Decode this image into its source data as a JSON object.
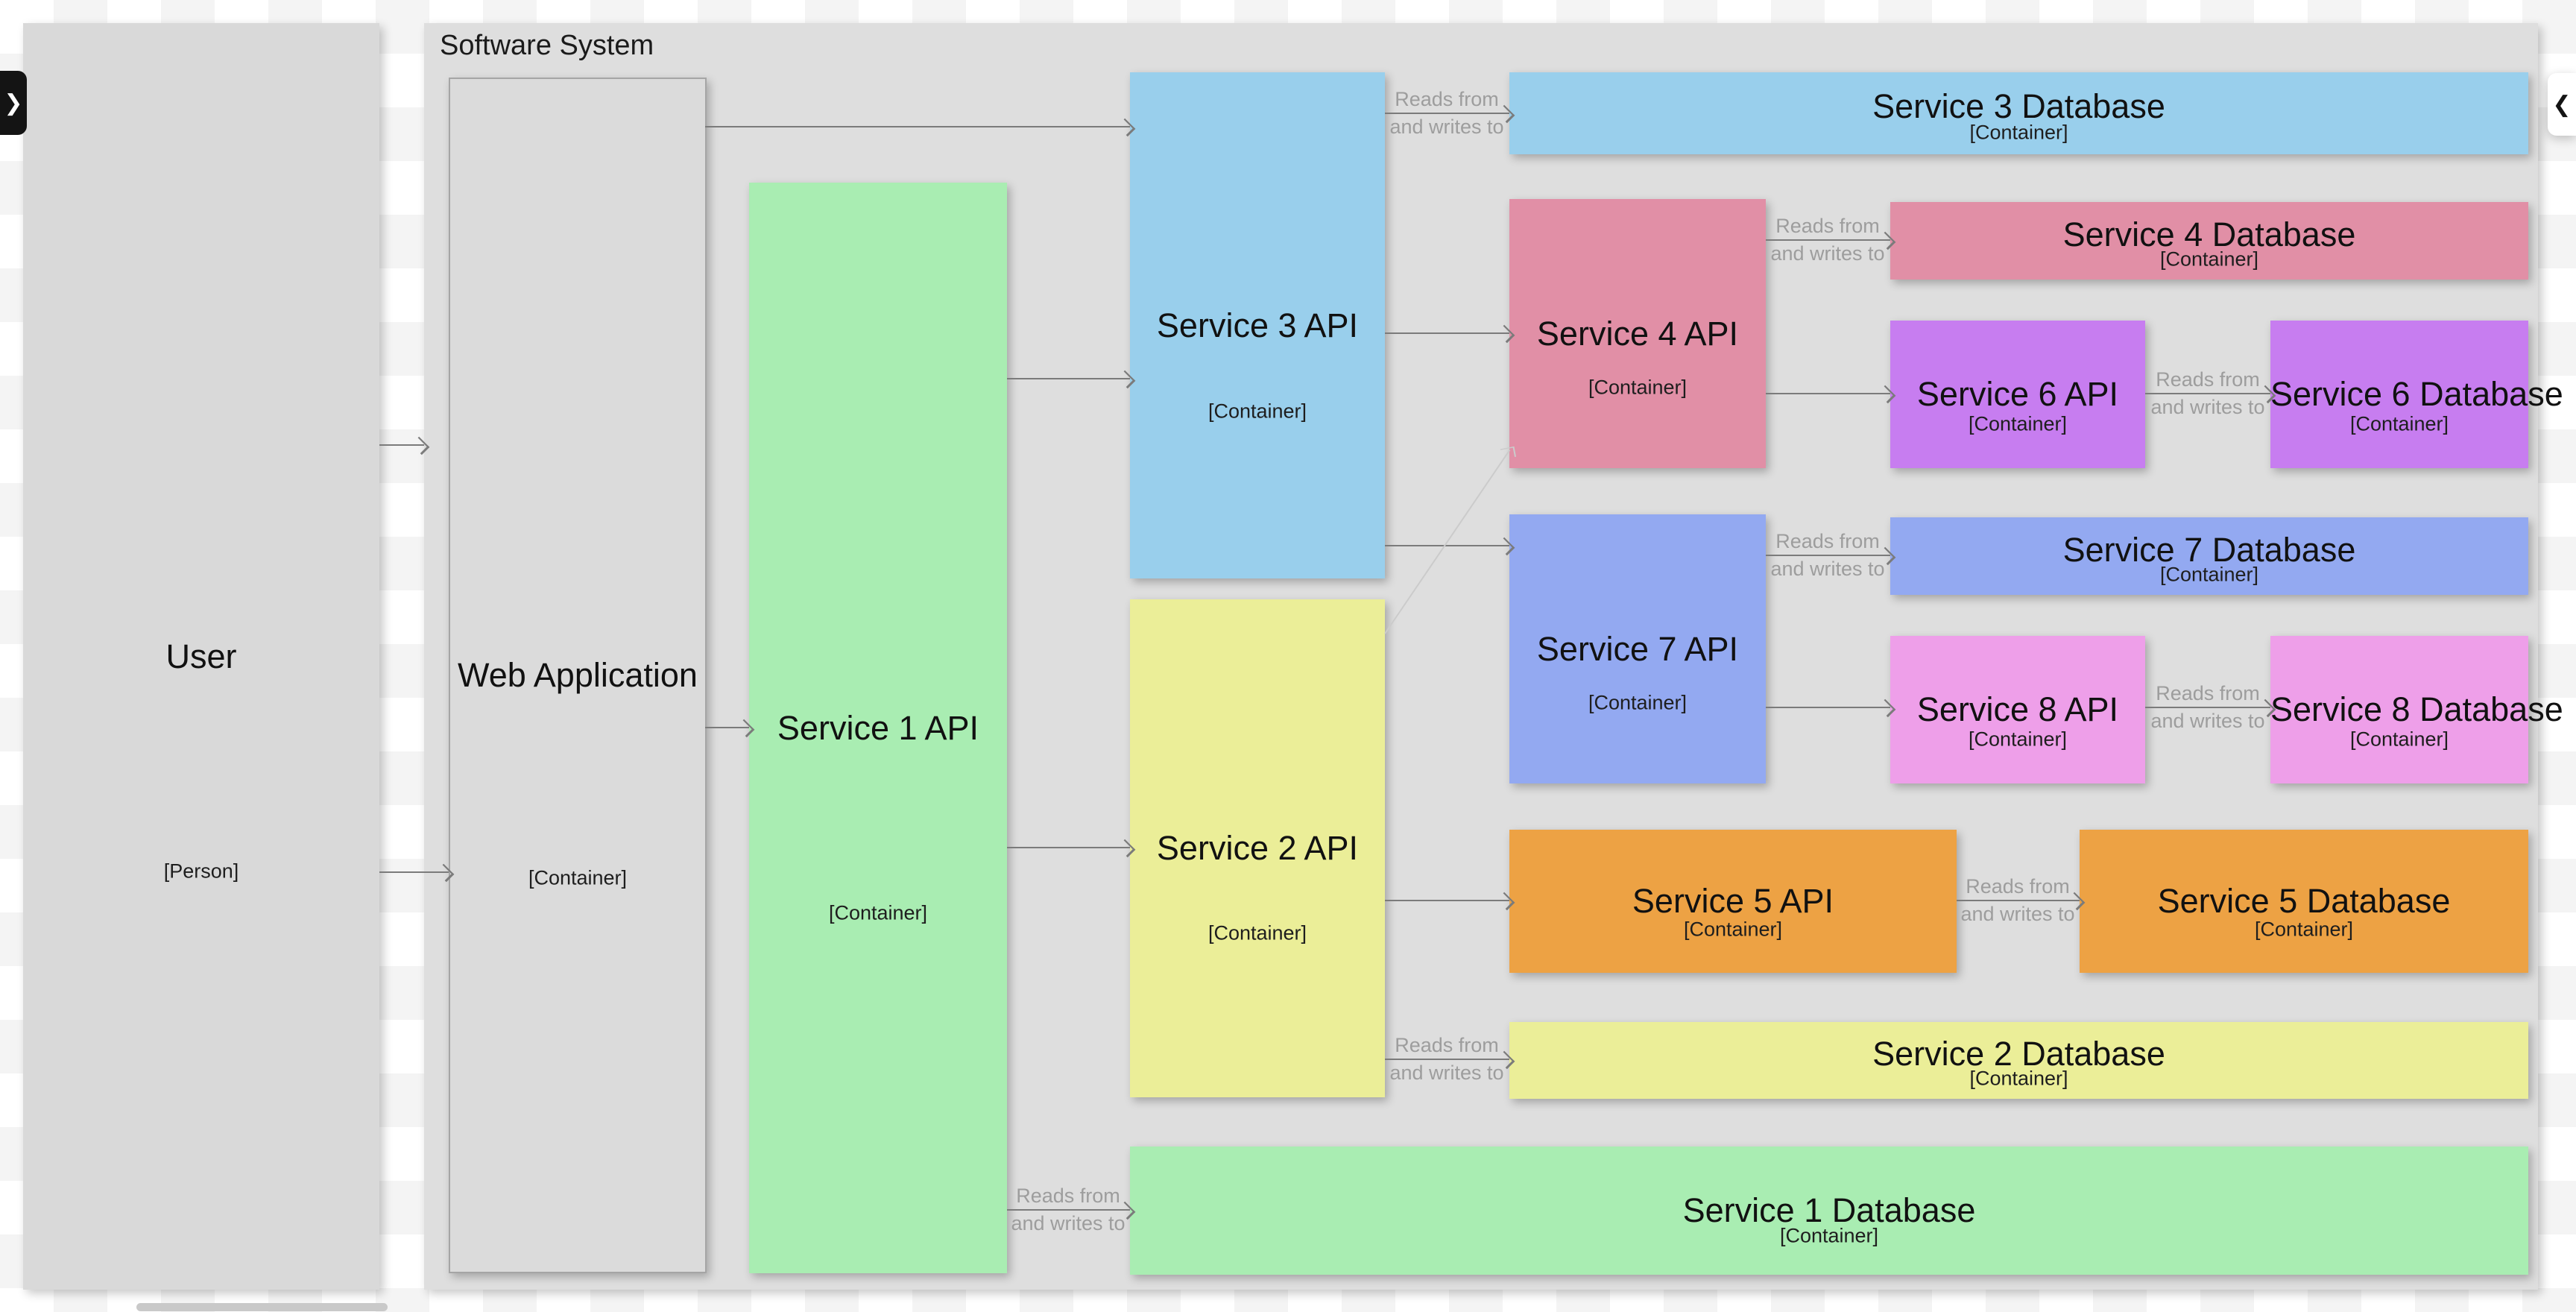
{
  "boundary": {
    "label": "Software System"
  },
  "person": {
    "name": "User",
    "tag": "[Person]"
  },
  "tags": {
    "container": "[Container]"
  },
  "edge_label": {
    "line1": "Reads from",
    "line2": "and writes to"
  },
  "panels": {
    "left_toggle_icon": "❯",
    "right_toggle_icon": "❮"
  },
  "nodes": {
    "web_app": {
      "name": "Web Application"
    },
    "service1_api": {
      "name": "Service 1 API"
    },
    "service2_api": {
      "name": "Service 2 API"
    },
    "service3_api": {
      "name": "Service 3 API"
    },
    "service4_api": {
      "name": "Service 4 API"
    },
    "service5_api": {
      "name": "Service 5 API"
    },
    "service6_api": {
      "name": "Service 6 API"
    },
    "service7_api": {
      "name": "Service 7 API"
    },
    "service8_api": {
      "name": "Service 8 API"
    },
    "service1_db": {
      "name": "Service 1 Database"
    },
    "service2_db": {
      "name": "Service 2 Database"
    },
    "service3_db": {
      "name": "Service 3 Database"
    },
    "service4_db": {
      "name": "Service 4 Database"
    },
    "service5_db": {
      "name": "Service 5 Database"
    },
    "service6_db": {
      "name": "Service 6 Database"
    },
    "service7_db": {
      "name": "Service 7 Database"
    },
    "service8_db": {
      "name": "Service 8 Database"
    }
  },
  "colors": {
    "person": "#d9d9d9",
    "boundary": "#dedede",
    "web_app": "#dbdbdb",
    "green": "#a9edb2",
    "blue": "#99cfec",
    "yellow": "#ebee98",
    "rose": "#e18fa6",
    "periwinkle": "#93a9f1",
    "violet": "#c77df0",
    "pink": "#ee9fe9",
    "orange": "#eda244",
    "edge": "#7b7b7b",
    "edge_faint": "#cbcbcb",
    "edge_label_text": "#9d9d9d"
  }
}
